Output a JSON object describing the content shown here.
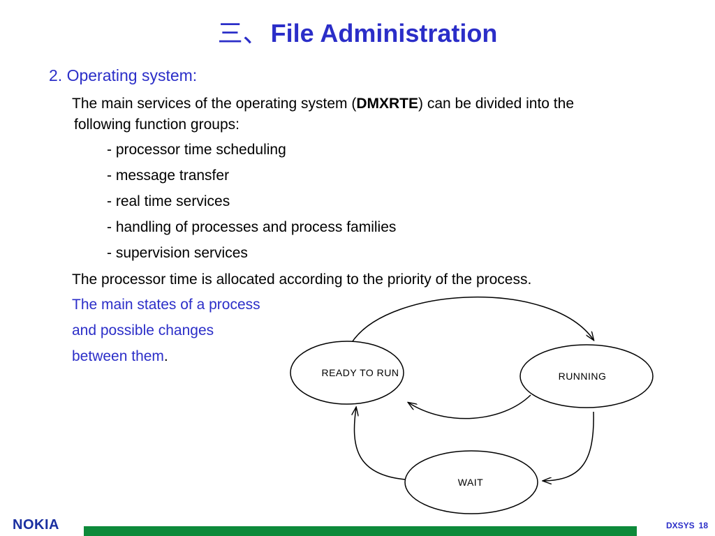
{
  "title": {
    "prefix": "三、",
    "text": "File Administration"
  },
  "heading": "2. Operating system:",
  "intro": {
    "before": "The main services of the operating system (",
    "bold": "DMXRTE",
    "after": ") can be divided into the",
    "line2": "following function groups:"
  },
  "bullets": [
    "- processor time scheduling",
    "- message transfer",
    "- real time services",
    "- handling of processes and process families",
    "- supervision services"
  ],
  "priority_text": "The processor time is allocated according to the priority of the process.",
  "states_caption": {
    "line1": "The main states of a process",
    "line2": "and possible changes",
    "line3": "between them",
    "period": "."
  },
  "diagram": {
    "states": {
      "ready": "READY TO RUN",
      "running": "RUNNING",
      "wait": "WAIT"
    }
  },
  "footer": {
    "logo": "NOKIA",
    "course": "DXSYS",
    "page": "18"
  },
  "colors": {
    "title_blue": "#2b2ec8",
    "footer_green": "#0d8a3a",
    "logo_blue": "#1a2fa0"
  }
}
